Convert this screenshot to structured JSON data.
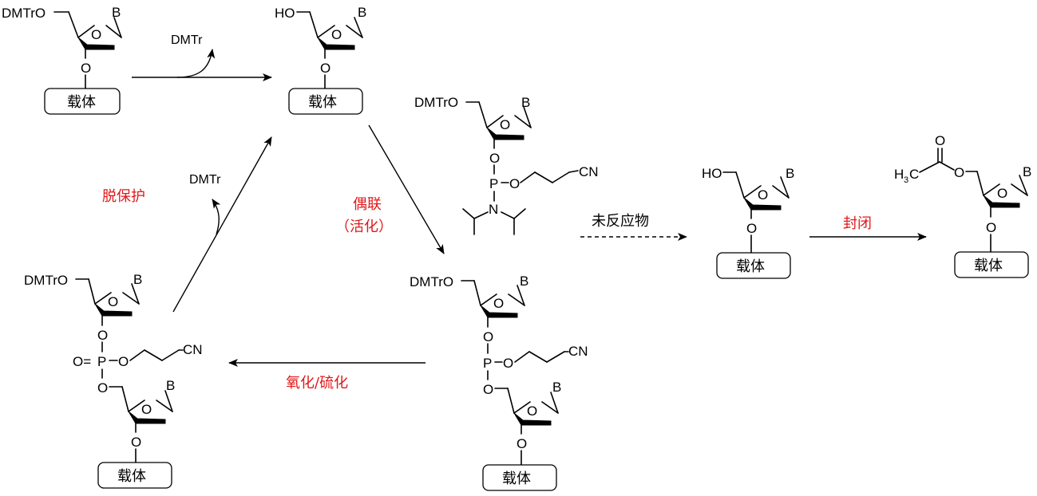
{
  "labels": {
    "protect_5p": "DMTrO",
    "hydroxyl": "HO",
    "ring_oxygen": "O",
    "base": "B",
    "oxygen": "O",
    "phosphorus": "P",
    "nitrogen": "N",
    "cyano": "CN",
    "support": "载体",
    "dmtr": "DMTr",
    "methyl": "H",
    "methyl_sub": "3",
    "methyl_c": "C",
    "oxo_p": "O=",
    "ester_o": "O"
  },
  "steps": {
    "deprotection": "脱保护",
    "coupling": "偶联",
    "activation": "（活化）",
    "oxidation": "氧化/硫化",
    "unreacted": "未反应物",
    "capping": "封闭"
  },
  "colors": {
    "step_label": "#e0191b",
    "structure": "#000000"
  }
}
